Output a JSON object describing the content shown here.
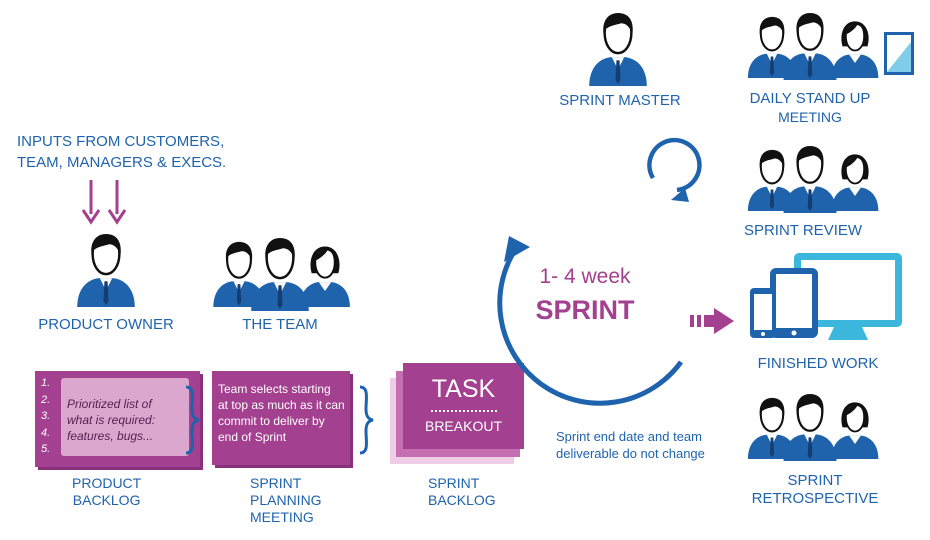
{
  "inputs": {
    "line1": "INPUTS FROM CUSTOMERS,",
    "line2": "TEAM, MANAGERS & EXECS."
  },
  "roles": {
    "product_owner": "PRODUCT OWNER",
    "the_team": "THE TEAM",
    "sprint_master": "SPRINT MASTER",
    "daily_standup_1": "DAILY STAND UP",
    "daily_standup_2": "MEETING",
    "sprint_review": "SPRINT REVIEW",
    "finished_work": "FINISHED WORK",
    "retro_1": "SPRINT",
    "retro_2": "RETROSPECTIVE"
  },
  "sprint": {
    "duration": "1- 4 week",
    "label": "SPRINT"
  },
  "backlog": {
    "numbers": [
      "1.",
      "2.",
      "3.",
      "4.",
      "5."
    ],
    "note_lines": [
      "Prioritized list of",
      "what is required:",
      "features, bugs..."
    ],
    "label_1": "PRODUCT",
    "label_2": "BACKLOG"
  },
  "planning": {
    "text_lines": [
      "Team selects starting",
      "at top as much as it can",
      "commit to deliver by",
      "end of Sprint"
    ],
    "label_1": "SPRINT",
    "label_2": "PLANNING",
    "label_3": "MEETING"
  },
  "task": {
    "title": "TASK",
    "subtitle": "BREAKOUT",
    "label_1": "SPRINT",
    "label_2": "BACKLOG"
  },
  "note": {
    "line1": "Sprint end date and team",
    "line2": "deliverable do not change"
  },
  "colors": {
    "blue": "#1f63ad",
    "magenta": "#a3408f",
    "purple_dark": "#8a2f7c",
    "light_pink": "#dca7cf",
    "cyan": "#3bb7dd"
  }
}
